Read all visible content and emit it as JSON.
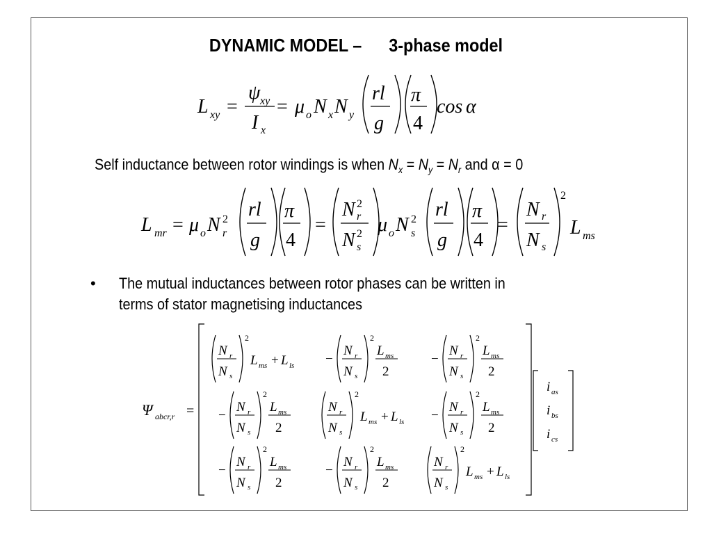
{
  "slide": {
    "title": "DYNAMIC MODEL –      3-phase model",
    "self_inductance_text": "Self inductance between rotor windings is when",
    "condition_equals": "=",
    "condition_zero": "= 0",
    "condition_and": "and α",
    "bullet_symbol": "•",
    "bullet_line1": "The mutual inductances between rotor phases can be written in",
    "bullet_line2": "terms of stator magnetising inductances"
  },
  "eq1": {
    "lhs": "L",
    "lhs_sub": "xy",
    "eq": "=",
    "psi": "ψ",
    "psi_sub": "xy",
    "I": "I",
    "I_sub": "x",
    "mu": "μ",
    "mu_sub": "o",
    "N": "N",
    "Nx_sub": "x",
    "Ny_sub": "y",
    "rl": "rl",
    "g": "g",
    "pi": "π",
    "four": "4",
    "cos": "cos",
    "alpha": "α"
  },
  "eq2": {
    "lhs": "L",
    "lhs_sub": "mr",
    "eq": "=",
    "mu": "μ",
    "mu_sub": "o",
    "N": "N",
    "r": "r",
    "s": "s",
    "two": "2",
    "rl": "rl",
    "g": "g",
    "pi": "π",
    "four": "4",
    "Lms_sub": "ms"
  },
  "matrix": {
    "psi": "Ψ",
    "psi_sub": "abcr,r",
    "eq": "=",
    "N": "N",
    "r": "r",
    "s": "s",
    "two": "2",
    "L": "L",
    "ms": "ms",
    "ls": "ls",
    "plus": "+",
    "minus": "−",
    "i": "i",
    "i_subs": [
      "as",
      "bs",
      "cs"
    ]
  }
}
